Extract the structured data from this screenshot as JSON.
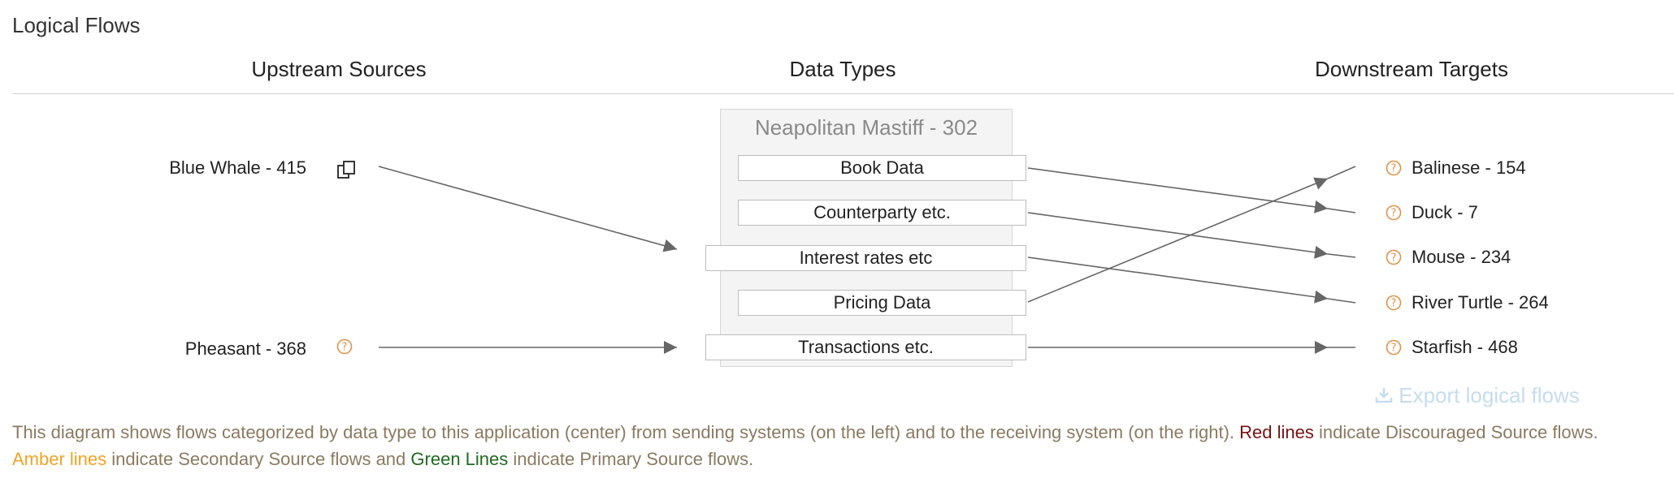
{
  "section": {
    "title": "Logical Flows"
  },
  "columns": {
    "upstream": "Upstream Sources",
    "data_types": "Data Types",
    "downstream": "Downstream Targets"
  },
  "application": {
    "name": "Neapolitan Mastiff - 302"
  },
  "upstream": [
    {
      "label": "Blue Whale - 415",
      "icon": "copy-icon"
    },
    {
      "label": "Pheasant - 368",
      "icon": "question-circle-icon"
    }
  ],
  "data_types": [
    {
      "label": "Book Data"
    },
    {
      "label": "Counterparty etc."
    },
    {
      "label": "Interest rates etc"
    },
    {
      "label": "Pricing Data"
    },
    {
      "label": "Transactions etc."
    }
  ],
  "downstream": [
    {
      "label": "Balinese - 154",
      "icon": "question-circle-icon"
    },
    {
      "label": "Duck - 7",
      "icon": "question-circle-icon"
    },
    {
      "label": "Mouse - 234",
      "icon": "question-circle-icon"
    },
    {
      "label": "River Turtle - 264",
      "icon": "question-circle-icon"
    },
    {
      "label": "Starfish - 468",
      "icon": "question-circle-icon"
    }
  ],
  "flows": {
    "inbound": [
      {
        "from": "Blue Whale - 415",
        "to": "Interest rates etc"
      },
      {
        "from": "Pheasant - 368",
        "to": "Transactions etc."
      }
    ],
    "outbound": [
      {
        "from": "Book Data",
        "to": "Duck - 7"
      },
      {
        "from": "Counterparty etc.",
        "to": "Mouse - 234"
      },
      {
        "from": "Interest rates etc",
        "to": "River Turtle - 264"
      },
      {
        "from": "Pricing Data",
        "to": "Balinese - 154"
      },
      {
        "from": "Transactions etc.",
        "to": "Starfish - 468"
      }
    ]
  },
  "export": {
    "label": "Export logical flows",
    "icon": "download-icon"
  },
  "legend": {
    "part1": "This diagram shows flows categorized by data type to this application (center) from sending systems (on the left) and to the receiving system (on the right).",
    "red": "Red lines",
    "part2": "indicate Discouraged Source flows.",
    "amber": "Amber lines",
    "part3": "indicate Secondary Source flows and",
    "green": "Green Lines",
    "part4": "indicate Primary Source flows."
  },
  "colors": {
    "flow_line": "#666666",
    "question_icon": "#e0934a",
    "export_link": "#c6dcef",
    "legend_text": "#8b7a60",
    "red": "#7a1111",
    "amber": "#f2a324",
    "green": "#1f6b1f"
  }
}
